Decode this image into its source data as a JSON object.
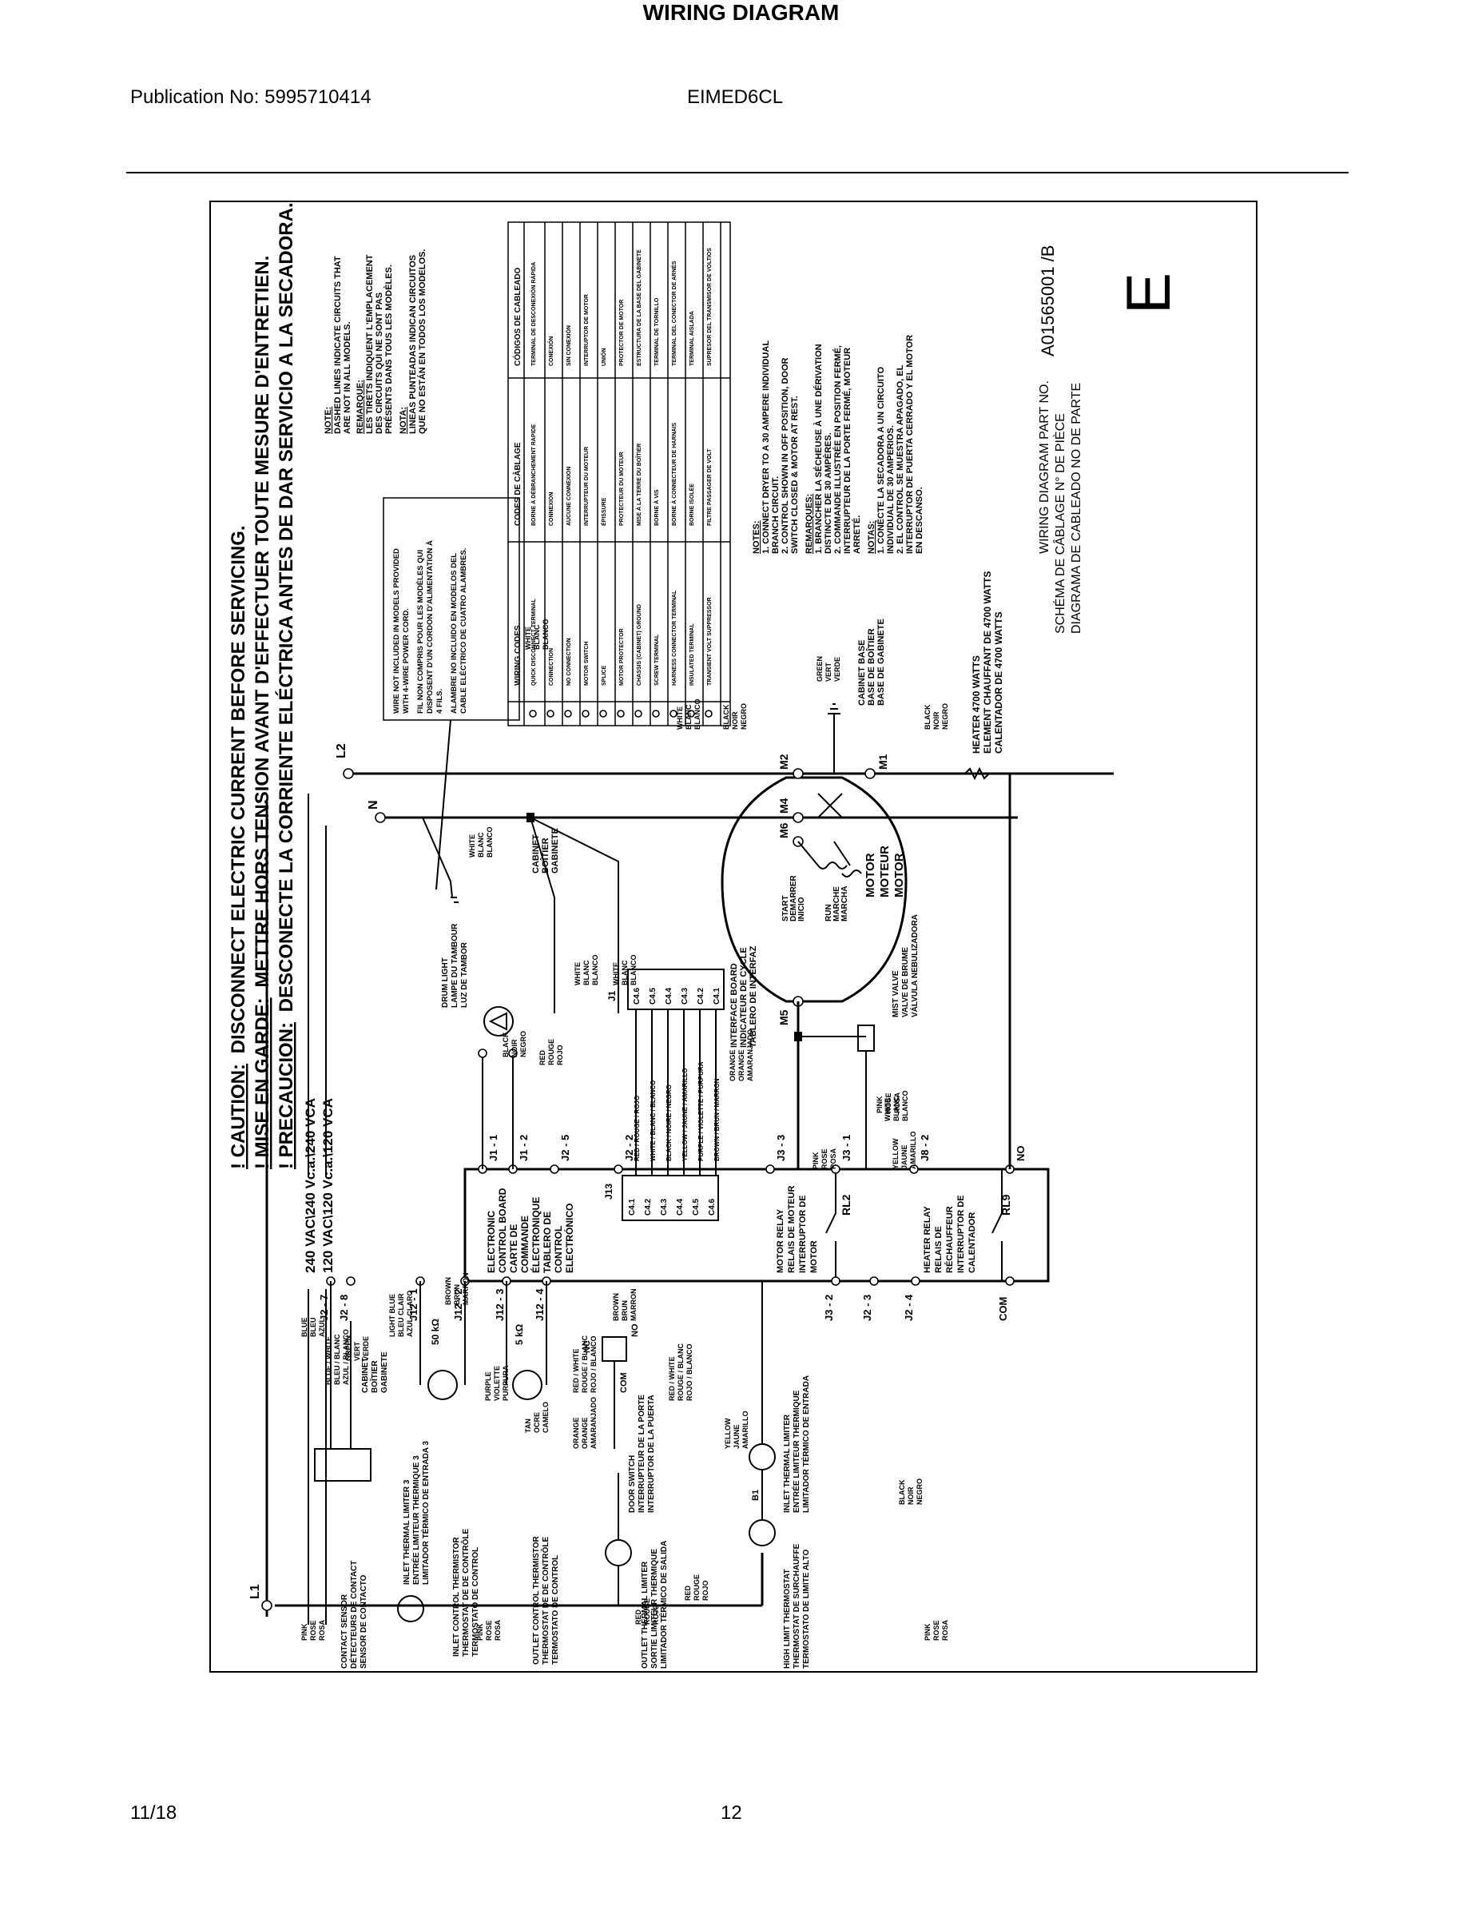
{
  "header": {
    "publication": "Publication No: 5995710414",
    "model": "EIMED6CL",
    "title": "WIRING DIAGRAM"
  },
  "footer": {
    "date": "11/18",
    "page": "12"
  },
  "caution": {
    "en_label": "! CAUTION:",
    "en_text": "DISCONNECT ELECTRIC CURRENT BEFORE SERVICING.",
    "fr_label": "! MISE EN GARDE:",
    "fr_text": "METTRE HORS TENSION AVANT D'EFFECTUER TOUTE MESURE D'ENTRETIEN.",
    "es_label": "! PRECAUCION:",
    "es_text": "DESCONECTE LA CORRIENTE ELÉCTRICA ANTES DE DAR SERVICIO A LA SECADORA."
  },
  "voltage": {
    "line1": "240 VAC\\240 Vc.a.\\240 VCA",
    "line2": "120 VAC\\120 Vc.a.\\120 VCA"
  },
  "lines": {
    "L1": "L1",
    "L2": "L2",
    "N": "N"
  },
  "wire_note": [
    "WIRE NOT INCLUDED IN MODELS PROVIDED",
    "WITH 4-WIRE POWER CORD.",
    "FIL NON COMPRIS POUR LES MODÈLES QUI",
    "DISPOSENT D'UN CORDON D'ALIMENTATION À",
    "4 FILS.",
    "ALAMBRE NO INCLUIDO EN MODELOS DEL",
    "CABLE ELÉCTRICO DE CUATRO ALAMBRES."
  ],
  "dashed_note": {
    "note_label": "NOTE:",
    "note": [
      "DASHED LINES INDICATE CIRCUITS THAT",
      "ARE NOT IN ALL MODELS."
    ],
    "remarque_label": "REMARQUE:",
    "remarque": [
      "LES TIRETS INDIQUENT L'EMPLACEMENT",
      "DES CIRCUITS QUI NE SONT PAS",
      "PRÉSENTS DANS TOUS LES MODÈLES."
    ],
    "nota_label": "NOTA:",
    "nota": [
      "LINEAS PUNTEADAS INDICAN CIRCUITOS",
      "QUE NO ESTÁN EN TODOS LOS MODELOS."
    ]
  },
  "wiring_codes": {
    "headers": [
      "WIRING CODES",
      "CODES DE CÂBLAGE",
      "CÓDIGOS DE CABLEADO"
    ],
    "rows": [
      [
        "QUICK DISCONNECT TERMINAL",
        "BORNE À DÉBRANCHEMENT RAPIDE",
        "TERMINAL DE DESCONEXIÓN RÁPIDA"
      ],
      [
        "CONNECTION",
        "CONNEXION",
        "CONEXIÓN"
      ],
      [
        "NO CONNECTION",
        "AUCUNE CONNEXION",
        "SIN CONEXIÓN"
      ],
      [
        "MOTOR SWITCH",
        "INTERRUPTEUR DU MOTEUR",
        "INTERRUPTOR DE MOTOR"
      ],
      [
        "SPLICE",
        "ÉPISSURE",
        "UNIÓN"
      ],
      [
        "MOTOR PROTECTOR",
        "PROTECTEUR DU MOTEUR",
        "PROTECTOR DE MOTOR"
      ],
      [
        "CHASSIS (CABINET) GROUND",
        "MISE À LA TERRE DU BOÎTIER",
        "ESTRUCTURA DE LA BASE DEL GABINETE"
      ],
      [
        "SCREW TERMINAL",
        "BORNE À VIS",
        "TERMINAL DE TORNILLO"
      ],
      [
        "HARNESS CONNECTOR TERMINAL",
        "BORNE À CONNECTEUR DE HARNAIS",
        "TERMINAL DEL CONECTOR DE ARNÉS"
      ],
      [
        "INSULATED TERMINAL",
        "BORNE ISOLÉE",
        "TERMINAL AISLADA"
      ],
      [
        "TRANSIENT VOLT SUPPRESSOR",
        "FILTRE PASSAGER DE VOLT",
        "SUPRESOR DEL TRANSMISOR DE VOLTIOS"
      ]
    ]
  },
  "notes": {
    "notes_label": "NOTES:",
    "notes": [
      "1. CONNECT DRYER TO A 30 AMPERE INDIVIDUAL",
      "BRANCH CIRCUIT.",
      "2. CONTROL SHOWN IN OFF POSITION, DOOR",
      "SWITCH CLOSED & MOTOR AT REST."
    ],
    "remarques_label": "REMARQUES:",
    "remarques": [
      "1. BRANCHER LA SÉCHEUSE À UNE DÉRIVATION",
      "DISTINCTE DE 30 AMPÈRES.",
      "2. COMMANDE ILLUSTRÉE EN POSITION FERMÉ,",
      "INTERRUPTEUR DE LA PORTE FERMÉ, MOTEUR",
      "ARRETÉ."
    ],
    "notas_label": "NOTAS:",
    "notas": [
      "1. CONÉCTE LA SECADORA A UN CIRCUITO",
      "INDIVIDUAL DE 30 AMPERIOS.",
      "2. EL CONTROL SE MUESTRA APAGADO, EL",
      "INTERRUPTOR DE PUERTA CERRADO Y EL MOTOR",
      "EN DESCANSO."
    ]
  },
  "part_number": {
    "label_en": "WIRING DIAGRAM PART NO.",
    "label_fr": "SCHÉMA DE CÂBLAGE N° DE PIÈCE",
    "label_es": "DIAGRAMA DE CABLEADO NO DE PARTE",
    "number": "A01565001 /B",
    "rev_letter": "E"
  },
  "components": {
    "control_board": [
      "ELECTRONIC",
      "CONTROL BOARD",
      "CARTE DE",
      "COMMANDE",
      "ÉLECTRONIQUE",
      "TABLERO DE",
      "CONTROL",
      "ELECTRÓNICO"
    ],
    "motor_relay": [
      "MOTOR RELAY",
      "RELAIS DE MOTEUR",
      "INTERRUPTOR DE",
      "MOTOR"
    ],
    "heater_relay": [
      "HEATER RELAY",
      "RELAIS DE",
      "RÉCHAUFFEUR",
      "INTERRUPTOR DE",
      "CALENTADOR"
    ],
    "rl2": "RL2",
    "rl9": "RL9",
    "j13": "J13",
    "j1": "J1",
    "interface_board": [
      "INTERFACE BOARD",
      "INDICATEUR DE CYCLE",
      "TABLERO DE INTERFAZ"
    ],
    "drum_light": [
      "DRUM LIGHT",
      "LAMPE DU TAMBOUR",
      "LUZ DE TAMBOR"
    ],
    "cabinet_mid": [
      "CABINET",
      "BOÎTIER",
      "GABINETE"
    ],
    "cabinet_left": [
      "CABINET",
      "BOÎTIER",
      "GABINETE"
    ],
    "cabinet_base": [
      "CABINET BASE",
      "BASE DE BOÎTIER",
      "BASE DE GABINETE"
    ],
    "motor": [
      "MOTOR",
      "MOTEUR",
      "MOTOR"
    ],
    "start": [
      "START",
      "DEMARRER",
      "INICIO"
    ],
    "run": [
      "RUN",
      "MARCHE",
      "MARCHA"
    ],
    "heater": [
      "HEATER 4700 WATTS",
      "ELEMENT CHAUFFANT DE 4700 WATTS",
      "CALENTADOR DE 4700 WATTS"
    ],
    "mist_valve": [
      "MIST VALVE",
      "VALVE DE BRUME",
      "VÁLVULA NEBULIZADORA"
    ],
    "contact_sensor": [
      "CONTACT SENSOR",
      "DÉTECTEURS DE CONTACT",
      "SENSOR DE CONTACTO"
    ],
    "inlet_limiter": [
      "INLET THERMAL LIMITER 3",
      "ENTRÉE LIMITEUR THERMIQUE 3",
      "LIMITADOR TÉRMICO DE ENTRADA 3"
    ],
    "inlet_thermistor": [
      "INLET CONTROL THERMISTOR",
      "THERMOSTAT DE DE CONTRÔLE",
      "TERMOSTATO DE CONTROL"
    ],
    "outlet_thermistor": [
      "OUTLET CONTROL THERMISTOR",
      "THERMOSTAT DE DE CONTRÔLE",
      "TERMOSTATO DE CONTROL"
    ],
    "outlet_limiter": [
      "OUTLET THERMAL LIMITER",
      "SORTIE LIMITEUR THERMIQUE",
      "LIMITADOR TÉRMICO DE SALIDA"
    ],
    "door_switch": [
      "DOOR SWITCH",
      "INTERRUPTEUR DE LA PORTE",
      "INTERRUPTOR DE LA PUERTA"
    ],
    "high_limit": [
      "HIGH LIMIT THERMOSTAT",
      "THERMOSTAT DE SURCHAUFFE",
      "TERMOSTATO DE LIMITE ALTO"
    ],
    "inlet_limiter2": [
      "INLET THERMAL LIMITER",
      "ENTRÉE LIMITEUR THERMIQUE",
      "LIMITADOR TÉRMICO DE ENTRADA"
    ],
    "r50k": "50 kΩ",
    "r5k": "5 kΩ",
    "nc": "NC",
    "no": "NO",
    "com": "COM",
    "b1": "B1"
  },
  "terminals": {
    "top": [
      "J1 - 1",
      "J1 - 2",
      "J2 - 5",
      "J2 - 2",
      "J3 - 3",
      "J3 - 1",
      "J8 - 2",
      "NO"
    ],
    "bottom": [
      "J2 - 7",
      "J2 - 8",
      "J12 - 1",
      "J12 - 2",
      "J12 - 3",
      "J12 - 4",
      "J3 - 2",
      "J2 - 3",
      "J2 - 4",
      "COM"
    ],
    "c4_left": [
      "C4.1",
      "C4.2",
      "C4.3",
      "C4.4",
      "C4.5",
      "C4.6"
    ],
    "c4_right": [
      "C4.6",
      "C4.5",
      "C4.4",
      "C4.3",
      "C4.2",
      "C4.1"
    ],
    "ribbon": [
      "RED / ROUGE / ROJO",
      "WHITE / BLANC / BLANCO",
      "BLACK / NOIRE / NEGRO",
      "YELLOW / JAUNE / AMARILLO",
      "PURPLE / VIOLETTE / PURPURA",
      "BROWN / BRUN / MARRON"
    ],
    "motor_terms": [
      "M2",
      "M4",
      "M6",
      "M5",
      "M1"
    ]
  },
  "wire_colors": {
    "black": [
      "BLACK",
      "NOIR",
      "NEGRO"
    ],
    "white": [
      "WHITE",
      "BLANC",
      "BLANCO"
    ],
    "red": [
      "RED",
      "ROUGE",
      "ROJO"
    ],
    "pink": [
      "PINK",
      "ROSE",
      "ROSA"
    ],
    "orange": [
      "ORANGE",
      "ORANGE",
      "AMARANJADO"
    ],
    "yellow": [
      "YELLOW",
      "JAUNE",
      "AMARILLO"
    ],
    "green": [
      "GREEN",
      "VERT",
      "VERDE"
    ],
    "blue": [
      "BLUE",
      "BLEU",
      "AZUL"
    ],
    "brown": [
      "BROWN",
      "BRUN",
      "MARRON"
    ],
    "purple": [
      "PURPLE",
      "VIOLETTE",
      "PURPURA"
    ],
    "tan": [
      "TAN",
      "OCRE",
      "CAMELO"
    ],
    "blue_white": [
      "BLUE / WHITE",
      "BLEU / BLANC",
      "AZUL / BLANCO"
    ],
    "light_blue": [
      "LIGHT BLUE",
      "BLEU CLAIR",
      "AZUL CLARO"
    ],
    "red_white": [
      "RED / WHITE",
      "ROUGE / BLANC",
      "ROJO / BLANCO"
    ],
    "orange2": [
      "ORANGE",
      "ORANGE",
      "AMARANJADO"
    ]
  }
}
